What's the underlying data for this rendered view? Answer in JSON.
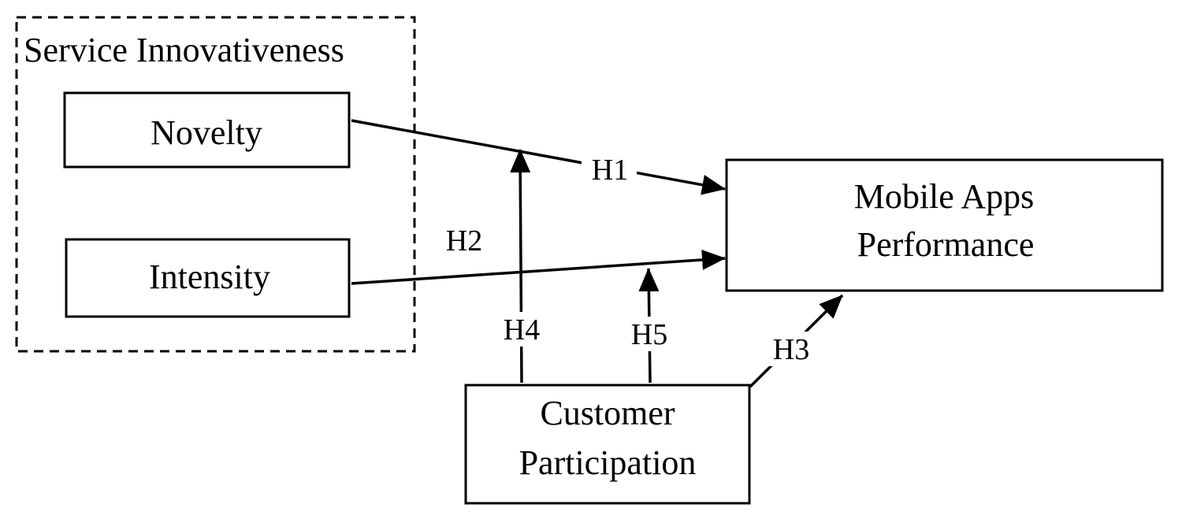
{
  "group": {
    "label": "Service Innovativeness"
  },
  "nodes": {
    "novelty": {
      "label": "Novelty"
    },
    "intensity": {
      "label": "Intensity"
    },
    "mobile_apps_performance": {
      "line1": "Mobile Apps",
      "line2": "Performance"
    },
    "customer_participation": {
      "line1": "Customer",
      "line2": "Participation"
    }
  },
  "hypotheses": {
    "h1": "H1",
    "h2": "H2",
    "h3": "H3",
    "h4": "H4",
    "h5": "H5"
  },
  "colors": {
    "stroke": "#000000",
    "background": "#ffffff"
  }
}
